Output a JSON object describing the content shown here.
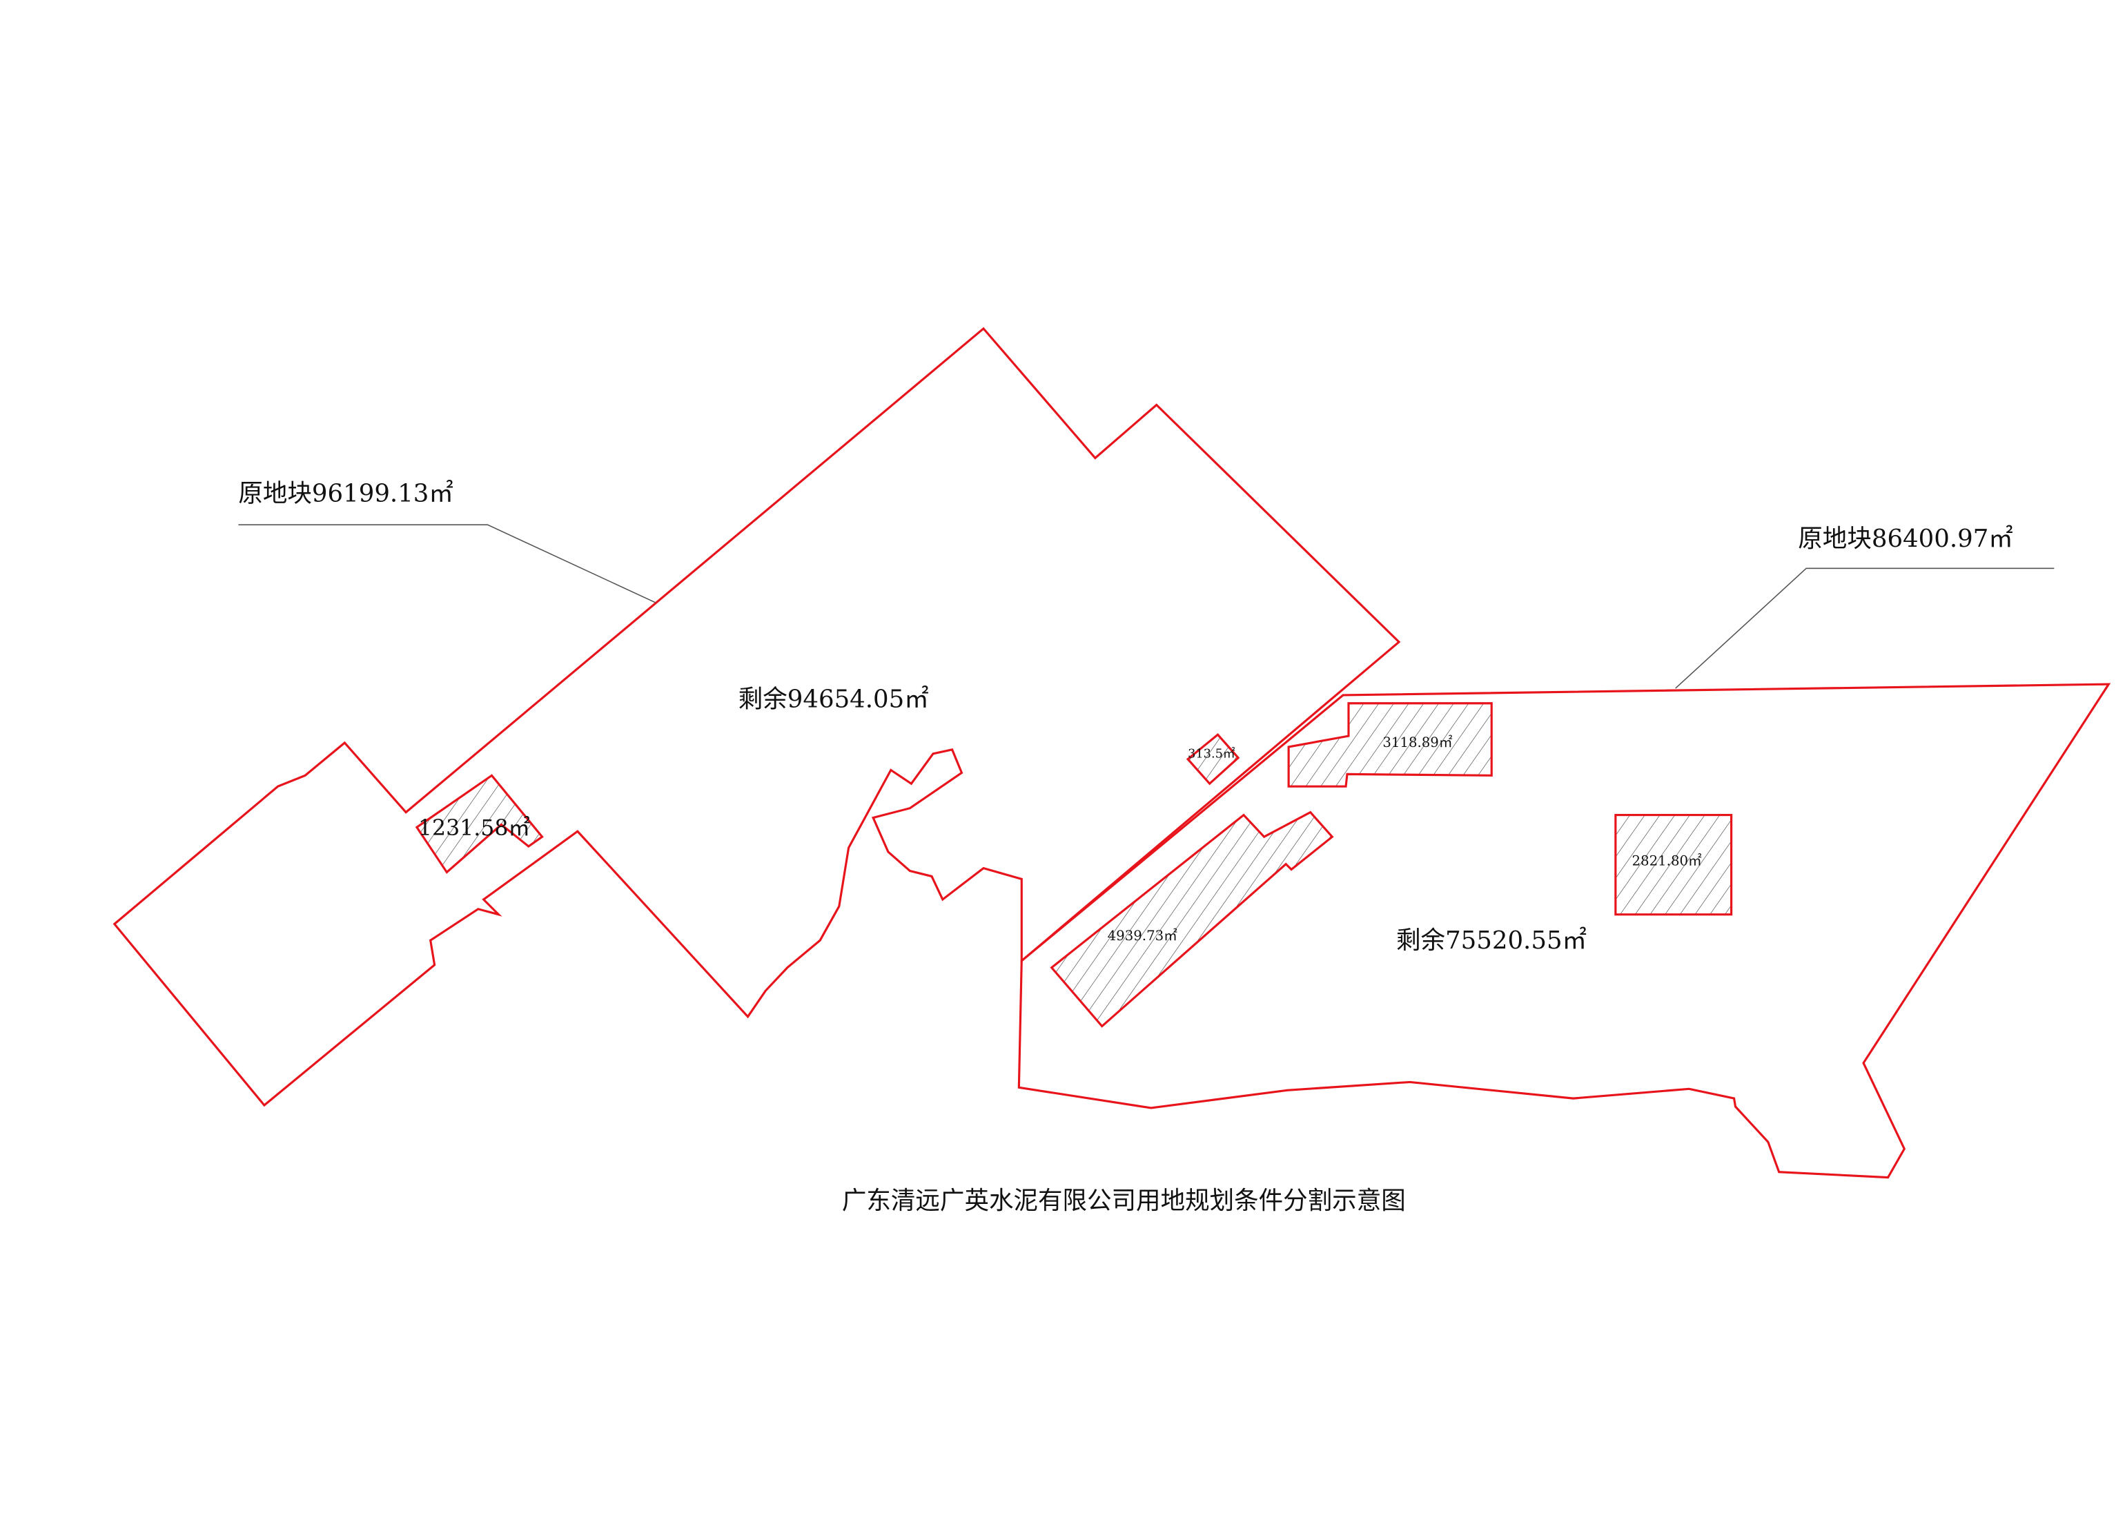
{
  "title": "广东清远广英水泥有限公司用地规划条件分割示意图",
  "parcels": [
    {
      "original_label": "原地块96199.13㎡",
      "remaining_label": "剩余94654.05㎡"
    },
    {
      "original_label": "原地块86400.97㎡",
      "remaining_label": "剩余75520.55㎡"
    }
  ],
  "cut_areas": [
    "1231.58㎡",
    "313.5㎡",
    "3118.89㎡",
    "4939.73㎡",
    "2821.80㎡"
  ],
  "colors": {
    "boundary": "#e8141c",
    "leader": "#555555",
    "hatch": "#333333"
  }
}
